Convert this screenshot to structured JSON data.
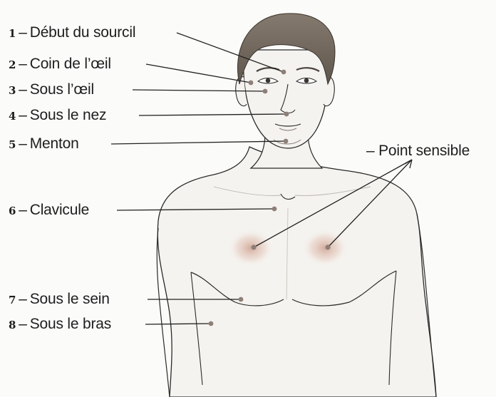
{
  "colors": {
    "background": "#fbfbf9",
    "ink": "#1e1e1e",
    "hair": "#6e6458",
    "skin": "#f5f3ef",
    "point": "#8e7f78",
    "sensible_glow": "#d9b8a8"
  },
  "labels": [
    {
      "num": "1",
      "text": "Début du sourcil"
    },
    {
      "num": "2",
      "text": "Coin de l’œil"
    },
    {
      "num": "3",
      "text": "Sous l’œil"
    },
    {
      "num": "4",
      "text": "Sous le nez"
    },
    {
      "num": "5",
      "text": "Menton"
    },
    {
      "num": "6",
      "text": "Clavicule"
    },
    {
      "num": "7",
      "text": "Sous le sein"
    },
    {
      "num": "8",
      "text": "Sous le bras"
    }
  ],
  "callout": {
    "dash": "–",
    "text": "Point sensible"
  }
}
